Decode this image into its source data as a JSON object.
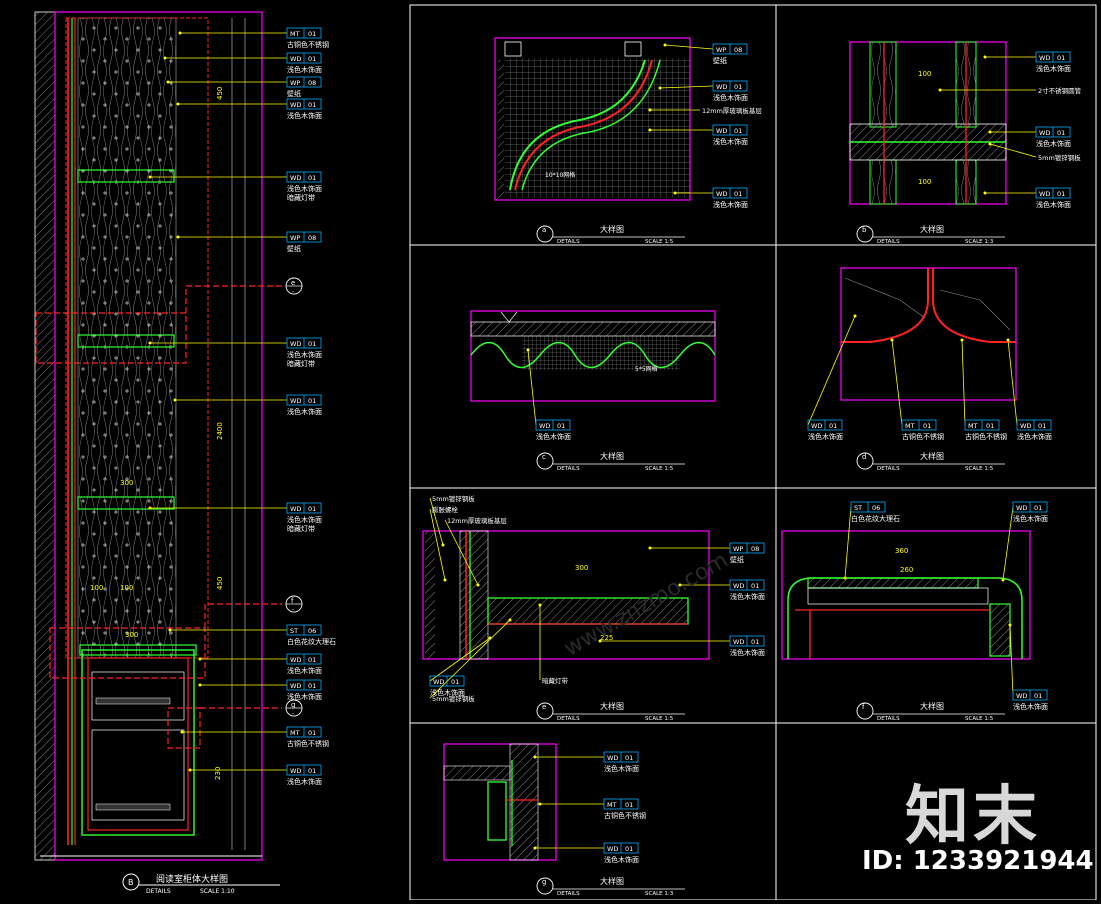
{
  "drawing": {
    "watermark_text": "知末",
    "watermark_id": "ID: 1233921944",
    "site_text": "www.znzmo.com"
  },
  "main_detail": {
    "marker": "B",
    "title": "阅读室柜体大样图",
    "sub": "DETAILS",
    "scale": "SCALE 1:10",
    "callouts": [
      {
        "code": "MT",
        "num": "01",
        "text": "古铜色不锈钢"
      },
      {
        "code": "WD",
        "num": "01",
        "text": "浅色木饰面"
      },
      {
        "code": "WP",
        "num": "08",
        "text": "壁纸"
      },
      {
        "code": "WD",
        "num": "01",
        "text": "浅色木饰面"
      },
      {
        "code": "WD",
        "num": "01",
        "text": "浅色木饰面",
        "text2": "暗藏灯带"
      },
      {
        "code": "WP",
        "num": "08",
        "text": "壁纸"
      },
      {
        "code": "WD",
        "num": "01",
        "text": "浅色木饰面",
        "text2": "暗藏灯带"
      },
      {
        "code": "WD",
        "num": "01",
        "text": "浅色木饰面"
      },
      {
        "code": "WD",
        "num": "01",
        "text": "浅色木饰面",
        "text2": "暗藏灯带"
      },
      {
        "code": "ST",
        "num": "06",
        "text": "白色花纹大理石"
      },
      {
        "code": "WD",
        "num": "01",
        "text": "浅色木饰面"
      },
      {
        "code": "WD",
        "num": "01",
        "text": "浅色木饰面"
      },
      {
        "code": "MT",
        "num": "01",
        "text": "古铜色不锈钢"
      },
      {
        "code": "WD",
        "num": "01",
        "text": "浅色木饰面"
      }
    ],
    "section_marks": [
      {
        "id": "e",
        "sub": "-"
      },
      {
        "id": "f",
        "sub": "-"
      },
      {
        "id": "g",
        "sub": "-"
      }
    ]
  },
  "details": [
    {
      "id": "a",
      "title": "大样图",
      "sub": "DETAILS",
      "scale": "SCALE 1:5",
      "callouts": [
        {
          "code": "WP",
          "num": "08",
          "text": "壁纸"
        },
        {
          "code": "WD",
          "num": "01",
          "text": "浅色木饰面"
        },
        {
          "code": "",
          "num": "",
          "text": "12mm厚玻璃板基层"
        },
        {
          "code": "WD",
          "num": "01",
          "text": "浅色木饰面"
        },
        {
          "code": "WD",
          "num": "01",
          "text": "浅色木饰面"
        }
      ],
      "note": "10*10网格"
    },
    {
      "id": "b",
      "title": "大样图",
      "sub": "DETAILS",
      "scale": "SCALE 1:3",
      "callouts": [
        {
          "code": "WD",
          "num": "01",
          "text": "浅色木饰面"
        },
        {
          "code": "",
          "num": "",
          "text": "2寸不锈钢圆管"
        },
        {
          "code": "WD",
          "num": "01",
          "text": "浅色木饰面"
        },
        {
          "code": "",
          "num": "",
          "text": "5mm镀锌钢板"
        },
        {
          "code": "WD",
          "num": "01",
          "text": "浅色木饰面"
        }
      ]
    },
    {
      "id": "c",
      "title": "大样图",
      "sub": "DETAILS",
      "scale": "SCALE 1:5",
      "callouts": [
        {
          "code": "WD",
          "num": "01",
          "text": "浅色木饰面"
        }
      ],
      "note": "5*5网格"
    },
    {
      "id": "d",
      "title": "大样图",
      "sub": "DETAILS",
      "scale": "SCALE 1:5",
      "callouts": [
        {
          "code": "WD",
          "num": "01",
          "text": "浅色木饰面"
        },
        {
          "code": "MT",
          "num": "01",
          "text": "古铜色不锈钢"
        },
        {
          "code": "MT",
          "num": "01",
          "text": "古铜色不锈钢"
        },
        {
          "code": "WD",
          "num": "01",
          "text": "浅色木饰面"
        }
      ]
    },
    {
      "id": "e",
      "title": "大样图",
      "sub": "DETAILS",
      "scale": "SCALE 1:5",
      "callouts": [
        {
          "code": "",
          "num": "",
          "text": "5mm镀锌钢板"
        },
        {
          "code": "",
          "num": "",
          "text": "膨胀螺栓"
        },
        {
          "code": "",
          "num": "",
          "text": "12mm厚玻璃板基层"
        },
        {
          "code": "WP",
          "num": "08",
          "text": "壁纸"
        },
        {
          "code": "WD",
          "num": "01",
          "text": "浅色木饰面"
        },
        {
          "code": "WD",
          "num": "01",
          "text": "浅色木饰面"
        },
        {
          "code": "",
          "num": "",
          "text": "暗藏灯带"
        },
        {
          "code": "WD",
          "num": "01",
          "text": "浅色木饰面"
        },
        {
          "code": "",
          "num": "",
          "text": "5mm镀锌钢板"
        }
      ]
    },
    {
      "id": "f",
      "title": "大样图",
      "sub": "DETAILS",
      "scale": "SCALE 1:5",
      "callouts": [
        {
          "code": "ST",
          "num": "06",
          "text": "白色花纹大理石"
        },
        {
          "code": "WD",
          "num": "01",
          "text": "浅色木饰面"
        },
        {
          "code": "WD",
          "num": "01",
          "text": "浅色木饰面"
        }
      ]
    },
    {
      "id": "g",
      "title": "大样图",
      "sub": "DETAILS",
      "scale": "SCALE 1:3",
      "callouts": [
        {
          "code": "WD",
          "num": "01",
          "text": "浅色木饰面"
        },
        {
          "code": "MT",
          "num": "01",
          "text": "古铜色不锈钢"
        },
        {
          "code": "WD",
          "num": "01",
          "text": "浅色木饰面"
        }
      ]
    }
  ]
}
